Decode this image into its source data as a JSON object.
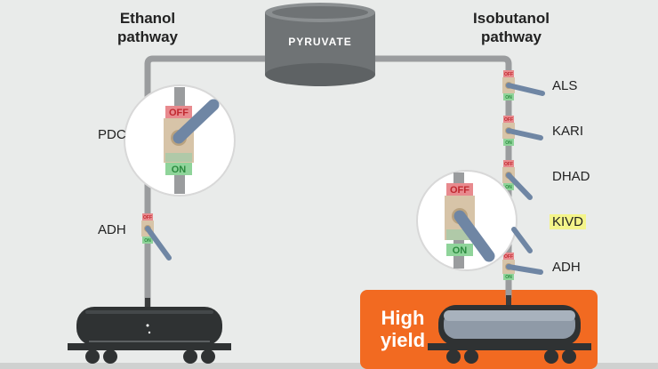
{
  "ethanol_pathway": {
    "title_line1": "Ethanol",
    "title_line2": "pathway"
  },
  "isobutanol_pathway": {
    "title_line1": "Isobutanol",
    "title_line2": "pathway"
  },
  "tank": {
    "label": "PYRUVATE"
  },
  "valve_labels": {
    "off": "OFF",
    "on": "ON"
  },
  "ethanol_enzymes": [
    {
      "name": "PDC",
      "valve_state": "on"
    },
    {
      "name": "ADH",
      "valve_state": "on"
    }
  ],
  "isobutanol_enzymes": [
    {
      "name": "ALS",
      "valve_state": "on"
    },
    {
      "name": "KARI",
      "valve_state": "on"
    },
    {
      "name": "DHAD",
      "valve_state": "on"
    },
    {
      "name": "KIVD",
      "valve_state": "on",
      "highlighted": true
    },
    {
      "name": "ADH",
      "valve_state": "on"
    }
  ],
  "output": {
    "high_line1": "High",
    "high_line2": "yield"
  },
  "colors": {
    "background": "#e9ebea",
    "pipe": "#9a9c9e",
    "tank": "#6f7375",
    "orange_panel": "#f26a21",
    "highlight": "#f4f48a",
    "off_red": "#e88a8e",
    "on_green": "#8fd49a",
    "handle_blue": "#6f86a4"
  }
}
